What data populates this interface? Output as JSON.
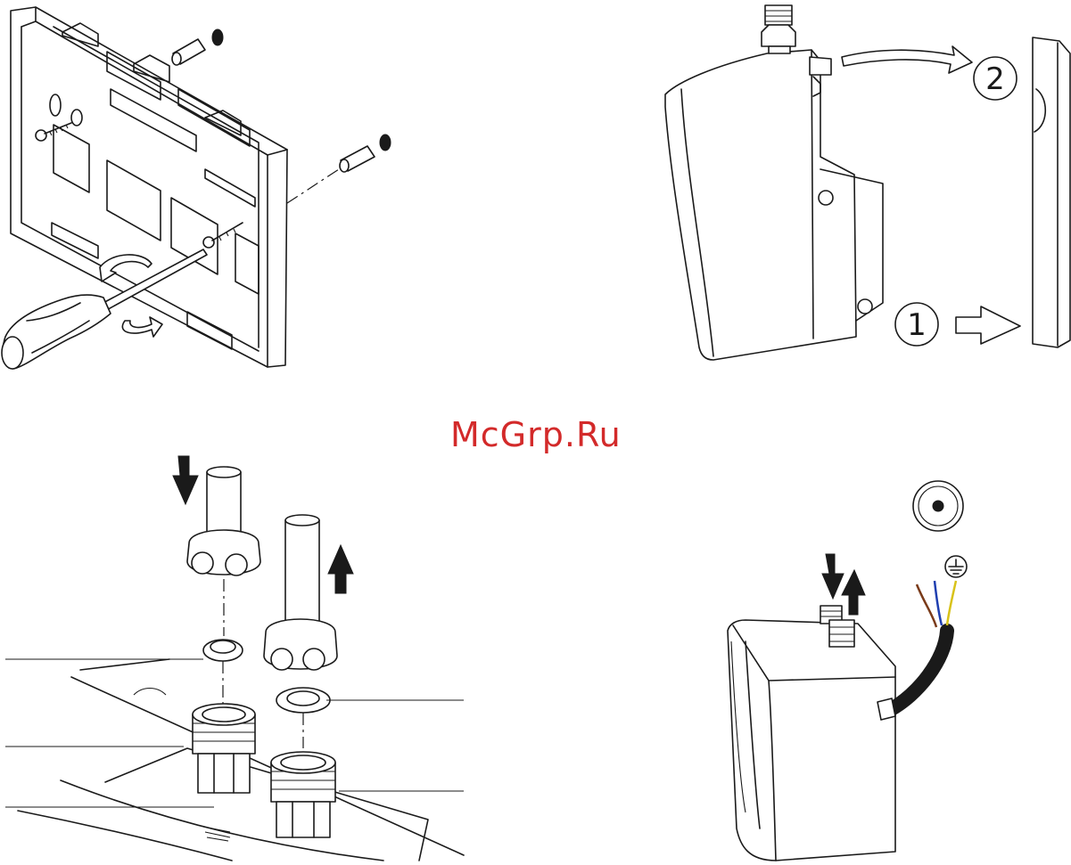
{
  "watermark": {
    "text": "McGrp.Ru",
    "color": "#d32a2a"
  },
  "steps": {
    "step1": "1",
    "step2": "2"
  },
  "icons": {
    "screwdriver": "screwdriver-icon",
    "ground": "ground-symbol-icon",
    "outlet": "outlet-icon"
  },
  "wire_colors": {
    "brown": "#7a3b1a",
    "blue": "#1f3fb0",
    "yellow_green": "#d8c21a"
  }
}
